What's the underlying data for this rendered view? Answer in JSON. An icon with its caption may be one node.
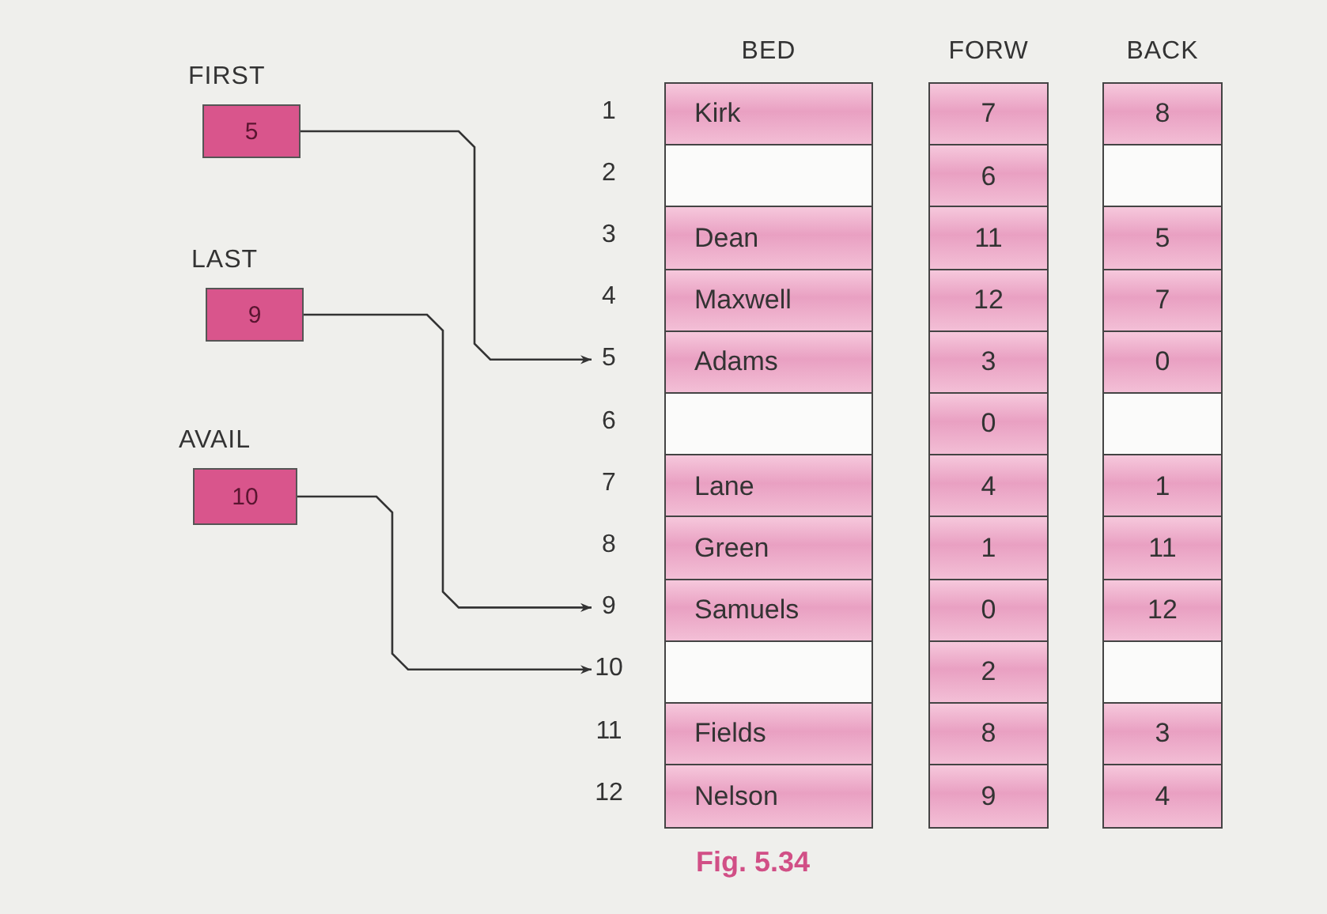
{
  "diagram": {
    "caption": "Fig. 5.34",
    "nodes": [
      {
        "text": [
          "FIRST",
          "5"
        ]
      },
      {
        "text": [
          "LAST",
          "9"
        ]
      },
      {
        "text": [
          "AVAIL",
          "10"
        ]
      },
      {
        "text": [
          "5"
        ]
      },
      {
        "text": [
          "9"
        ]
      },
      {
        "text": [
          "10"
        ]
      },
      {
        "text": [
          "BED"
        ]
      },
      {
        "text": [
          "FORW"
        ]
      },
      {
        "text": [
          "BACK"
        ]
      },
      {
        "text": [
          "Kirk"
        ],
        "in": 6
      },
      {
        "text": [],
        "shape": "box",
        "in": 6
      },
      {
        "text": [
          "Dean"
        ],
        "in": 6
      },
      {
        "text": [
          "Maxwell"
        ],
        "in": 6
      },
      {
        "text": [
          "Adams"
        ],
        "in": 6
      },
      {
        "text": [],
        "shape": "box",
        "in": 6
      },
      {
        "text": [
          "Lane"
        ],
        "in": 6
      },
      {
        "text": [
          "Green"
        ],
        "in": 6
      },
      {
        "text": [
          "Samuels"
        ],
        "in": 6
      },
      {
        "text": [],
        "shape": "box",
        "in": 6
      },
      {
        "text": [
          "Fields"
        ],
        "in": 6
      },
      {
        "text": [
          "Nelson"
        ],
        "in": 6
      },
      {
        "text": [
          "7"
        ],
        "in": 7
      },
      {
        "text": [
          "6"
        ],
        "in": 7
      },
      {
        "text": [
          "11"
        ],
        "in": 7
      },
      {
        "text": [
          "12"
        ],
        "in": 7
      },
      {
        "text": [
          "3"
        ],
        "in": 7
      },
      {
        "text": [
          "0"
        ],
        "in": 7
      },
      {
        "text": [
          "4"
        ],
        "in": 7
      },
      {
        "text": [
          "1"
        ],
        "in": 7
      },
      {
        "text": [
          "0"
        ],
        "in": 7
      },
      {
        "text": [
          "2"
        ],
        "in": 7
      },
      {
        "text": [
          "8"
        ],
        "in": 7
      },
      {
        "text": [
          "9"
        ],
        "in": 7
      },
      {
        "text": [
          "8"
        ],
        "in": 8
      },
      {
        "text": [],
        "shape": "box",
        "in": 8
      },
      {
        "text": [
          "5"
        ],
        "in": 8
      },
      {
        "text": [
          "7"
        ],
        "in": 8
      },
      {
        "text": [
          "0"
        ],
        "in": 8
      },
      {
        "text": [],
        "shape": "box",
        "in": 8
      },
      {
        "text": [
          "1"
        ],
        "in": 8
      },
      {
        "text": [
          "11"
        ],
        "in": 8
      },
      {
        "text": [
          "12"
        ],
        "in": 8
      },
      {
        "text": [],
        "shape": "box",
        "in": 8
      },
      {
        "text": [
          "3"
        ],
        "in": 8
      },
      {
        "text": [
          "4"
        ],
        "in": 8
      }
    ],
    "edges": [
      {
        "from": 0,
        "to": 3,
        "arrow": "to"
      },
      {
        "from": 1,
        "to": 4,
        "arrow": "to"
      },
      {
        "from": 2,
        "to": 5,
        "arrow": "to"
      }
    ],
    "labels": [
      "1",
      "2",
      "3",
      "4",
      "6",
      "7",
      "8",
      "11",
      "12"
    ]
  }
}
